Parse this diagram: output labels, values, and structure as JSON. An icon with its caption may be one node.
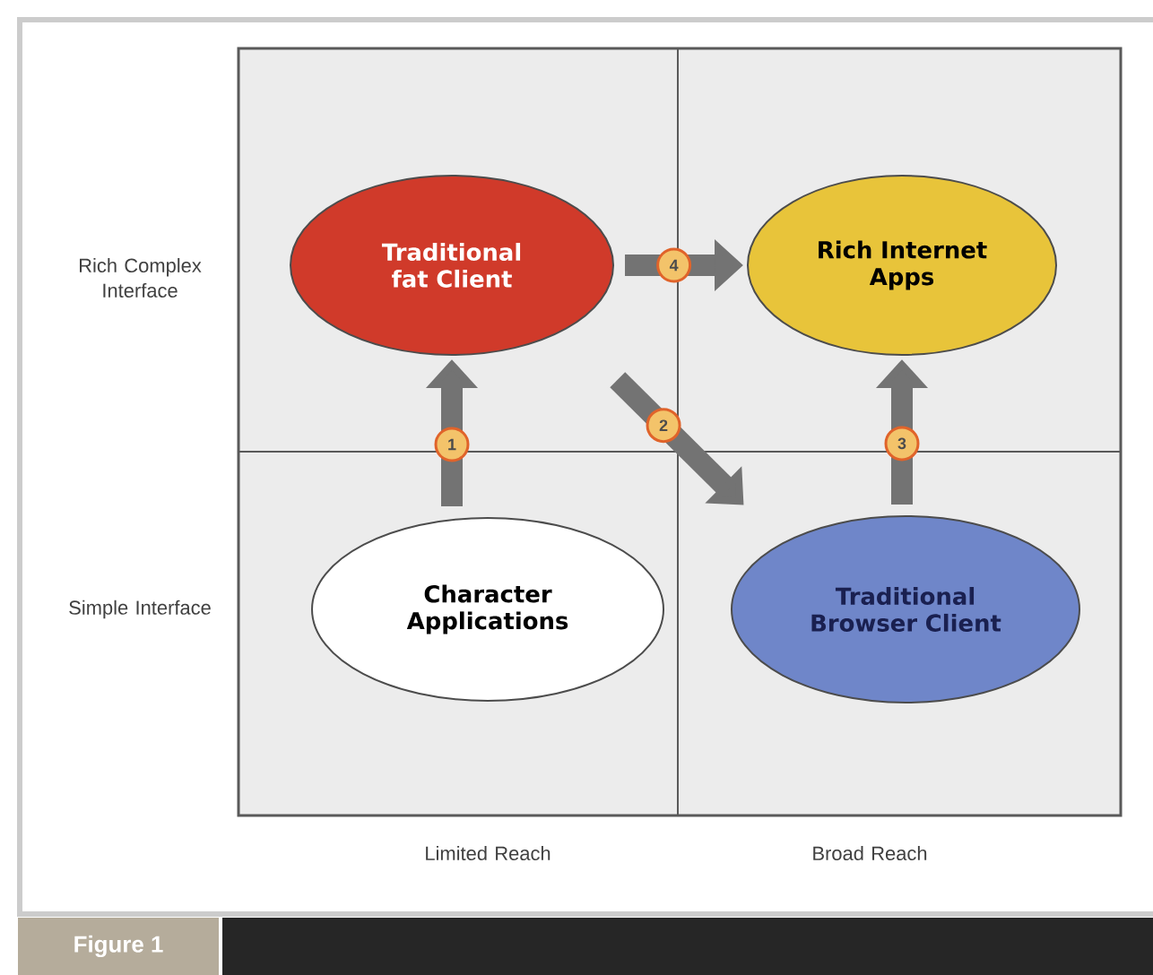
{
  "diagram": {
    "caption": "Figure 1",
    "nodes": [
      {
        "text": [
          "Traditional fat Client"
        ]
      },
      {
        "text": [
          "Rich Internet Apps"
        ]
      },
      {
        "text": [
          "Character Applications"
        ]
      },
      {
        "text": [
          "Traditional Browser Client"
        ]
      }
    ],
    "edges": [
      {
        "from": 2,
        "to": 0,
        "arrow": "to",
        "label": "1"
      },
      {
        "from": 0,
        "to": 3,
        "arrow": "to",
        "label": "2"
      },
      {
        "from": 3,
        "to": 1,
        "arrow": "to",
        "label": "3"
      },
      {
        "from": 0,
        "to": 1,
        "arrow": "to",
        "label": "4"
      }
    ],
    "labels": [
      "Rich Complex Interface",
      "Simple Interface",
      "Limited Reach",
      "Broad Reach"
    ]
  }
}
